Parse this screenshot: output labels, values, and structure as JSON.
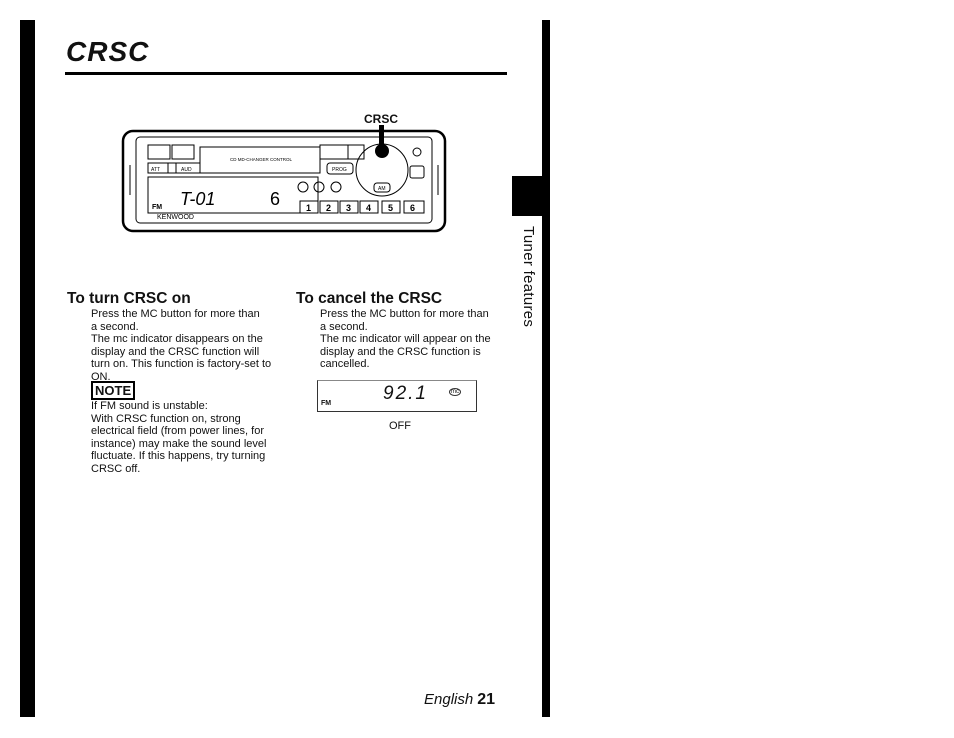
{
  "page": {
    "title": "CRSC",
    "side_tab": "Tuner features",
    "footer_lang": "English",
    "page_number": "21"
  },
  "figure": {
    "callout": "CRSC",
    "brand": "KENWOOD",
    "display_caption": "CD MD-CHANGER CONTROL",
    "buttons": [
      "ATT",
      "AUD",
      "PROG",
      "AM"
    ],
    "presets": [
      "1",
      "2",
      "3",
      "4",
      "5",
      "6"
    ],
    "display_text": "T-01",
    "display_digit": "6",
    "band": "FM"
  },
  "sections": [
    {
      "heading": "To turn CRSC on",
      "lines": [
        "Press the MC button for more than",
        "a second.",
        "The mc indicator disappears on the",
        "display and the CRSC function will",
        "turn on.  This function is factory-set to",
        "ON."
      ]
    },
    {
      "heading": "To cancel the CRSC",
      "lines": [
        "Press the MC button for more than",
        "a second.",
        "The mc indicator will appear on the",
        "display and the CRSC function is",
        "cancelled."
      ]
    }
  ],
  "note": {
    "label": "NOTE",
    "lines": [
      "If FM sound is unstable:",
      "With CRSC function on, strong",
      "electrical field (from power lines, for",
      "instance) may make the sound level",
      "fluctuate.  If this happens, try turning",
      "CRSC off."
    ]
  },
  "lcd_example": {
    "frequency": "92.1",
    "band": "FM",
    "indicator": "mc",
    "caption": "OFF"
  }
}
